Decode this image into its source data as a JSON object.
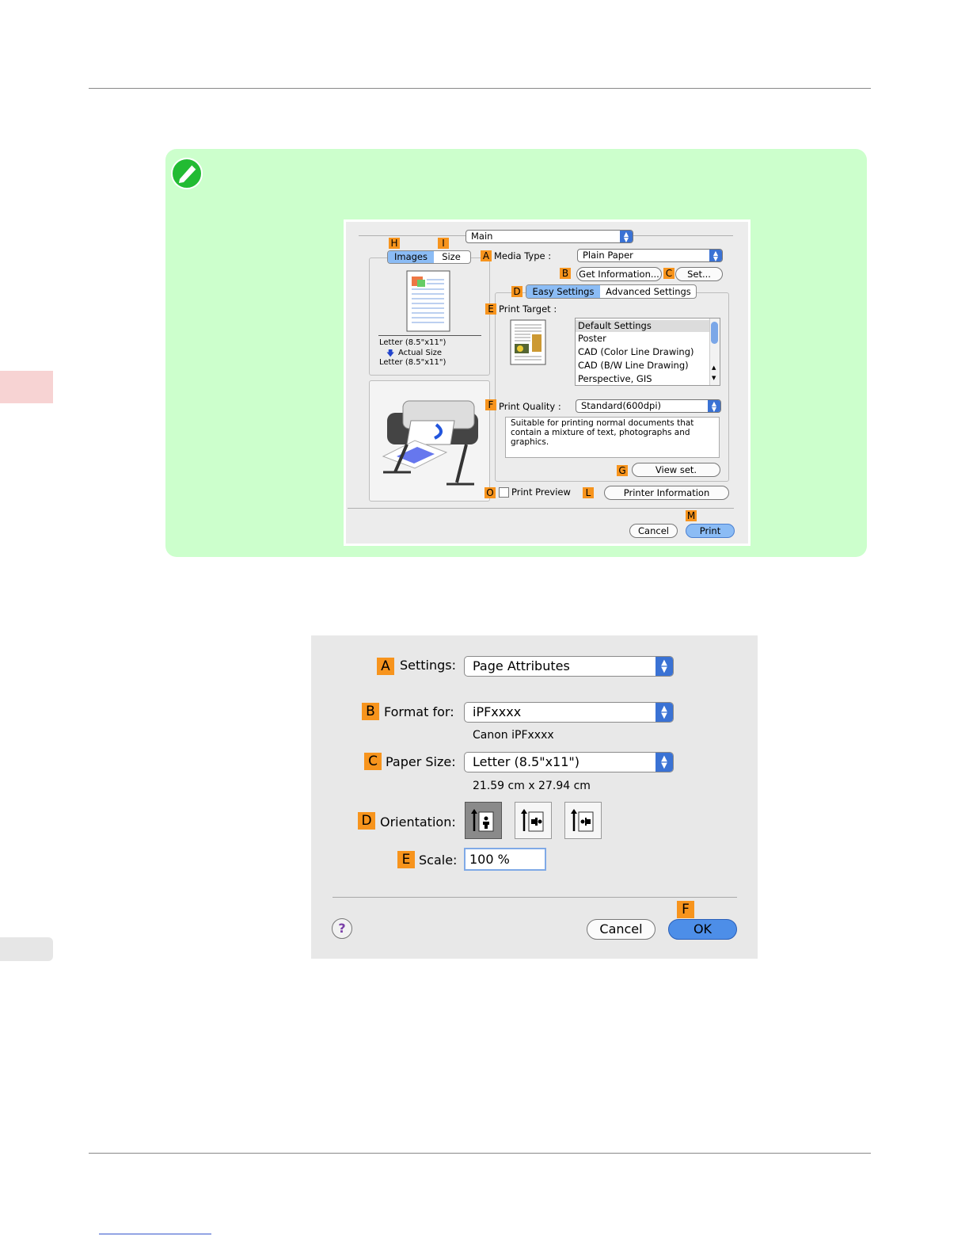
{
  "dialog1": {
    "main_popup": "Main",
    "tab_images": "Images",
    "tab_size": "Size",
    "media_type_label": "Media Type :",
    "media_type_value": "Plain Paper",
    "get_information": "Get Information...",
    "set_button": "Set...",
    "tab_easy": "Easy Settings",
    "tab_advanced": "Advanced Settings",
    "print_target_label": "Print Target :",
    "targets": [
      "Default Settings",
      "Poster",
      "CAD (Color Line Drawing)",
      "CAD (B/W Line Drawing)",
      "Perspective, GIS"
    ],
    "preview_line1": "Letter (8.5\"x11\")",
    "preview_line2": "Actual Size",
    "preview_line3": "Letter (8.5\"x11\")",
    "print_quality_label": "Print Quality :",
    "print_quality_value": "Standard(600dpi)",
    "description": "Suitable for printing normal documents that contain a mixture of text, photographs and graphics.",
    "view_set": "View set.",
    "print_preview": "Print Preview",
    "printer_information": "Printer Information",
    "cancel": "Cancel",
    "print": "Print",
    "labels": {
      "A": "A",
      "B": "B",
      "C": "C",
      "D": "D",
      "E": "E",
      "F": "F",
      "G": "G",
      "H": "H",
      "I": "I",
      "L": "L",
      "M": "M",
      "O": "O"
    }
  },
  "dialog2": {
    "settings_label": "Settings:",
    "settings_value": "Page Attributes",
    "format_label": "Format for:",
    "format_value": "iPFxxxx",
    "format_sub": "Canon iPFxxxx",
    "paper_label": "Paper Size:",
    "paper_value": "Letter (8.5\"x11\")",
    "paper_sub": "21.59 cm x 27.94 cm",
    "orientation_label": "Orientation:",
    "scale_label": "Scale:",
    "scale_value": "100 %",
    "help": "?",
    "cancel": "Cancel",
    "ok": "OK",
    "labels": {
      "A": "A",
      "B": "B",
      "C": "C",
      "D": "D",
      "E": "E",
      "F": "F"
    }
  }
}
